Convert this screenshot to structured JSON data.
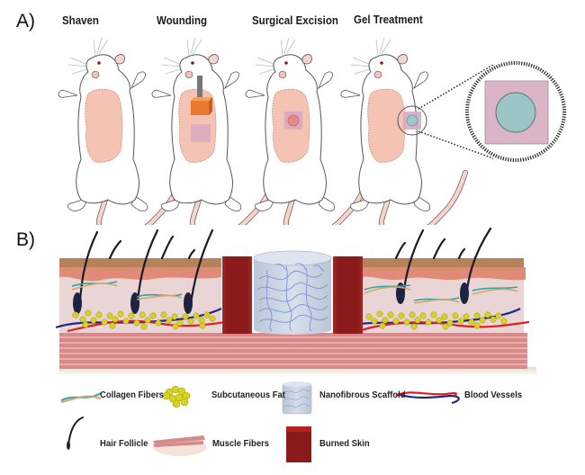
{
  "panel_a": {
    "label": "A)",
    "steps": [
      {
        "title": "Shaven"
      },
      {
        "title": "Wounding"
      },
      {
        "title": "Surgical Excision"
      },
      {
        "title": "Gel Treatment"
      }
    ]
  },
  "panel_b": {
    "label": "B)",
    "legend": [
      {
        "label": "Collagen Fibers",
        "icon": "collagen-fibers-icon"
      },
      {
        "label": "Subcutaneous Fat",
        "icon": "subcutaneous-fat-icon"
      },
      {
        "label": "Nanofibrous Scaffold",
        "icon": "nanofibrous-scaffold-icon"
      },
      {
        "label": "Blood Vessels",
        "icon": "blood-vessels-icon"
      },
      {
        "label": "Hair Follicle",
        "icon": "hair-follicle-icon"
      },
      {
        "label": "Muscle Fibers",
        "icon": "muscle-fibers-icon"
      },
      {
        "label": "Burned Skin",
        "icon": "burned-skin-icon"
      }
    ]
  },
  "colors": {
    "wound_pink": "#f4c3b3",
    "wound_border": "#e39a86",
    "excision_square": "#d9a9c0",
    "gel_teal": "#9cc7c8",
    "burned_skin": "#8b1a1a",
    "epidermis_brown": "#b5825a",
    "dermis_salmon": "#e08a78",
    "muscle": "#d98a8a",
    "fat_yellow": "#d9d21f",
    "collagen_teal": "#2fa7a0",
    "collagen_tan": "#d2a56a",
    "vessel_red": "#e02020",
    "vessel_blue": "#1a2a8a",
    "scaffold": "#c9d4e4",
    "scaffold_fiber": "#6a8ad0"
  }
}
